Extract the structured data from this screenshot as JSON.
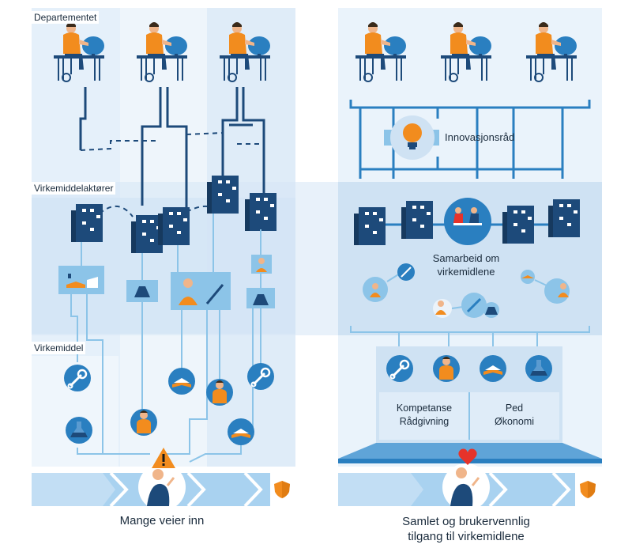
{
  "labels": {
    "departementet": "Departementet",
    "virkemiddelaktorer": "Virkemiddelaktører",
    "virkemiddel": "Virkemiddel",
    "innovasjonsrad": "Innovasjonsråd",
    "samarbeid_line1": "Samarbeid om",
    "samarbeid_line2": "virkemidlene",
    "kompetanse": "Kompetanse",
    "radgivning": "Rådgivning",
    "ped": "Ped",
    "okonomi": "Økonomi"
  },
  "captions": {
    "left": "Mange veier inn",
    "right_line1": "Samlet og brukervennlig",
    "right_line2": "tilgang til virkemidlene"
  },
  "icons": [
    "person-at-desk-icon",
    "building-icon",
    "wrench-icon",
    "flask-icon",
    "book-icon",
    "person-advisor-icon",
    "lightbulb-icon",
    "warning-icon",
    "shield-icon",
    "heart-icon",
    "user-icon",
    "meeting-icon"
  ],
  "colors": {
    "navy": "#1d4a7a",
    "blue": "#2a7fc0",
    "light_band": "#dbeaf7",
    "pale_band": "#eaf3fb",
    "orange": "#f28c1e",
    "line": "#8cc4e8",
    "red": "#e6332a"
  }
}
